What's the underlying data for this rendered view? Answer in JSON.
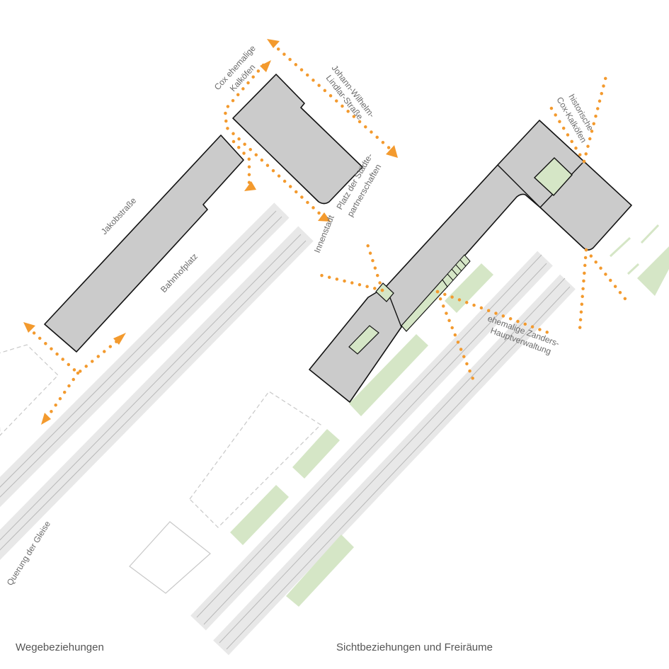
{
  "colors": {
    "accent": "#f39a2e",
    "building": "#cbcbcb",
    "green": "#d5e6c6",
    "rail": "#e8e8e8"
  },
  "labels": {
    "jakobstrasse": "Jakobstraße",
    "bahnhofplatz": "Bahnhofplatz",
    "querung": "Querung der Gleise",
    "cox_line1": "Cox ehemalige",
    "cox_line2": "Kalköfen",
    "johann_line1": "Johann-Wilhelm-",
    "johann_line2": "Lindlar-Straße",
    "platz_line1": "Platz der Städte-",
    "platz_line2": "partnerschaften",
    "innenstadt": "Innenstadt",
    "hist_line1": "historische",
    "hist_line2": "Cox-Kalköfen",
    "zanders_line1": "ehemalige Zanders-",
    "zanders_line2": "Hauptverwaltung"
  },
  "captions": {
    "left": "Wegebeziehungen",
    "right": "Sichtbeziehungen und Freiräume"
  }
}
